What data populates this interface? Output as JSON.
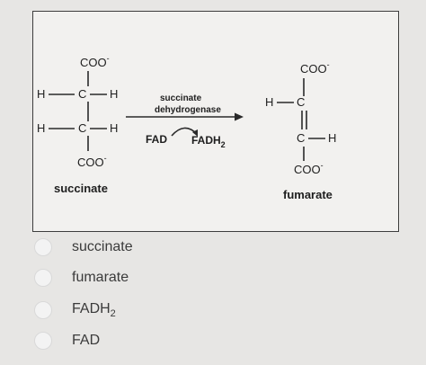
{
  "reaction": {
    "substrate": {
      "top_group": "COO",
      "charge": "-",
      "row1": {
        "left": "H",
        "center": "C",
        "right": "H"
      },
      "row2": {
        "left": "H",
        "center": "C",
        "right": "H"
      },
      "bottom_group": "COO",
      "name": "succinate"
    },
    "enzyme_line1": "succinate",
    "enzyme_line2": "dehydrogenase",
    "cofactor_in": "FAD",
    "cofactor_out_main": "FADH",
    "cofactor_out_sub": "2",
    "product": {
      "top_group": "COO",
      "charge": "-",
      "row1": {
        "left": "H",
        "center": "C"
      },
      "row2": {
        "center": "C",
        "right": "H"
      },
      "bottom_group": "COO",
      "name": "fumarate"
    }
  },
  "options": [
    {
      "label": "succinate"
    },
    {
      "label": "fumarate"
    },
    {
      "label": "FADH",
      "sub": "2"
    },
    {
      "label": "FAD"
    }
  ]
}
